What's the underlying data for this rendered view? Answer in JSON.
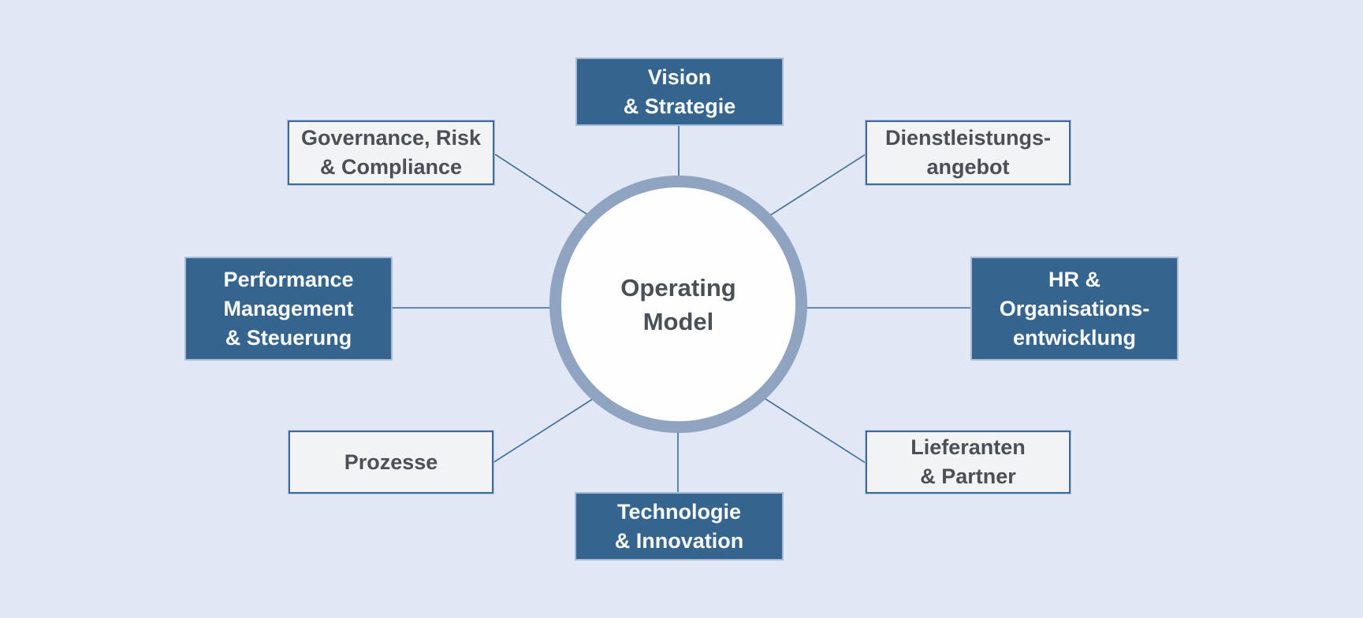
{
  "diagram_title": "Operating Model",
  "center": {
    "label": "Operating\nModel"
  },
  "nodes": [
    {
      "id": "vision-strategie",
      "label": "Vision\n& Strategie",
      "style": "dark",
      "position": "top"
    },
    {
      "id": "governance-risk-compliance",
      "label": "Governance, Risk\n& Compliance",
      "style": "light",
      "position": "top-left"
    },
    {
      "id": "dienstleistungsangebot",
      "label": "Dienstleistungs-\nangebot",
      "style": "light",
      "position": "top-right"
    },
    {
      "id": "performance-management",
      "label": "Performance\nManagement\n& Steuerung",
      "style": "dark",
      "position": "left"
    },
    {
      "id": "hr-organisationsentwicklung",
      "label": "HR &\nOrganisations-\nentwicklung",
      "style": "dark",
      "position": "right"
    },
    {
      "id": "prozesse",
      "label": "Prozesse",
      "style": "light",
      "position": "bottom-left"
    },
    {
      "id": "lieferanten-partner",
      "label": "Lieferanten\n& Partner",
      "style": "light",
      "position": "bottom-right"
    },
    {
      "id": "technologie-innovation",
      "label": "Technologie\n& Innovation",
      "style": "dark",
      "position": "bottom"
    }
  ],
  "colors": {
    "bg": "#e1e7f4",
    "box_dark": "#35658f",
    "box_dark_halo": "#a9bcd6",
    "box_light": "#f2f3f5",
    "box_light_border": "#3e6a99",
    "box_light_halo": "#b3c2da",
    "ring": "#8ea4c1",
    "hub_fill": "#fefeff",
    "text_dark": "#4a5055",
    "text_light": "#fafbfc",
    "line": "#3a6898"
  }
}
